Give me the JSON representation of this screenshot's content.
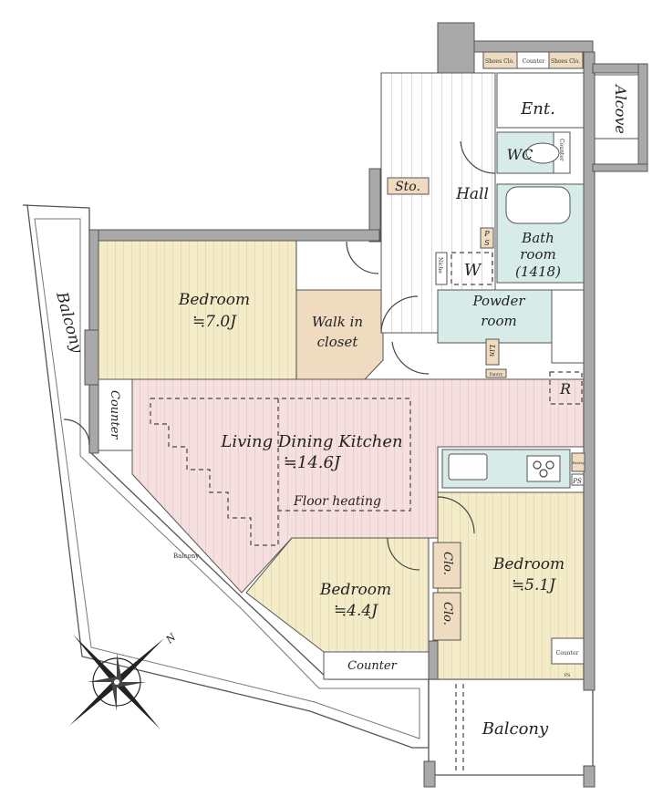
{
  "rooms": {
    "bedroom_main": {
      "name": "Bedroom",
      "size": "≒7.0J"
    },
    "walk_in_closet": {
      "line1": "Walk in",
      "line2": "closet"
    },
    "ldk": {
      "name": "Living Dining Kitchen",
      "size": "≒14.6J",
      "note": "Floor heating"
    },
    "bedroom_small": {
      "name": "Bedroom",
      "size": "≒4.4J"
    },
    "bedroom_right": {
      "name": "Bedroom",
      "size": "≒5.1J"
    },
    "hall": "Hall",
    "entrance": "Ent.",
    "alcove": "Alcove",
    "wc": "WC",
    "bathroom": {
      "line1": "Bath",
      "line2": "room",
      "line3": "(1418)"
    },
    "powder_room": {
      "line1": "Powder",
      "line2": "room"
    },
    "storage": "Sto.",
    "balcony_left": "Balcony",
    "balcony_bottom": "Balcony",
    "balcony_diag": "Balcony"
  },
  "fixtures": {
    "shoes_closet": "Shoes Clo.",
    "counter": "Counter",
    "ps": "PS",
    "ps_vertical": [
      "P",
      "S"
    ],
    "washer": "W",
    "niche": "Niche",
    "linen": "Lin",
    "pantry": "Pantry",
    "refrigerator": "R",
    "closet": "Clo."
  },
  "compass": {
    "north": "N"
  },
  "colors": {
    "wall": "#a9a9a9",
    "bedroom": "#f4ecc8",
    "ldk": "#f6dfdf",
    "wet": "#d7ece8",
    "storage": "#efdcc0"
  }
}
